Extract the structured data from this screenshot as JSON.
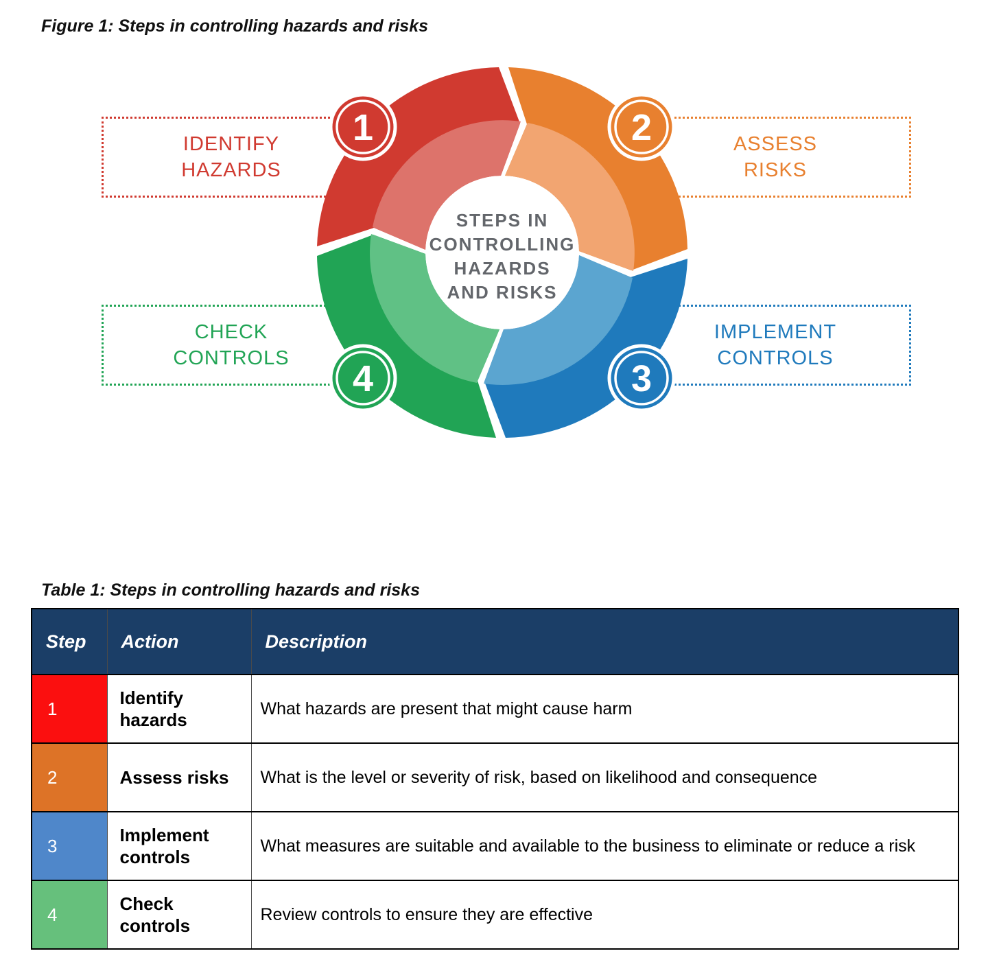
{
  "figure": {
    "caption": "Figure 1: Steps in controlling hazards and risks",
    "center_lines": [
      "STEPS IN",
      "CONTROLLING",
      "HAZARDS",
      "AND RISKS"
    ],
    "center_text_color": "#63666b",
    "steps": [
      {
        "number": "1",
        "label_line1": "IDENTIFY",
        "label_line2": "HAZARDS",
        "color": "#d03a30",
        "color_light": "#dd736b"
      },
      {
        "number": "2",
        "label_line1": "ASSESS",
        "label_line2": "RISKS",
        "color": "#e8802f",
        "color_light": "#f2a571"
      },
      {
        "number": "3",
        "label_line1": "IMPLEMENT",
        "label_line2": "CONTROLS",
        "color": "#1f7abc",
        "color_light": "#5ba5d0"
      },
      {
        "number": "4",
        "label_line1": "CHECK",
        "label_line2": "CONTROLS",
        "color": "#21a455",
        "color_light": "#60c185"
      }
    ]
  },
  "table": {
    "caption": "Table 1: Steps in controlling hazards and risks",
    "header_bg": "#1b3e67",
    "columns": [
      "Step",
      "Action",
      "Description"
    ],
    "rows": [
      {
        "step": "1",
        "color": "#fb0f0f",
        "action": "Identify hazards",
        "description": "What hazards are present that might cause harm"
      },
      {
        "step": "2",
        "color": "#dd7327",
        "action": "Assess risks",
        "description": "What is the level or severity of risk, based on likelihood and consequence"
      },
      {
        "step": "3",
        "color": "#4f87ca",
        "action": "Implement controls",
        "description": "What measures are suitable and available to the business to eliminate or reduce a risk"
      },
      {
        "step": "4",
        "color": "#66c07c",
        "action": "Check controls",
        "description": "Review controls to ensure they are effective"
      }
    ]
  }
}
